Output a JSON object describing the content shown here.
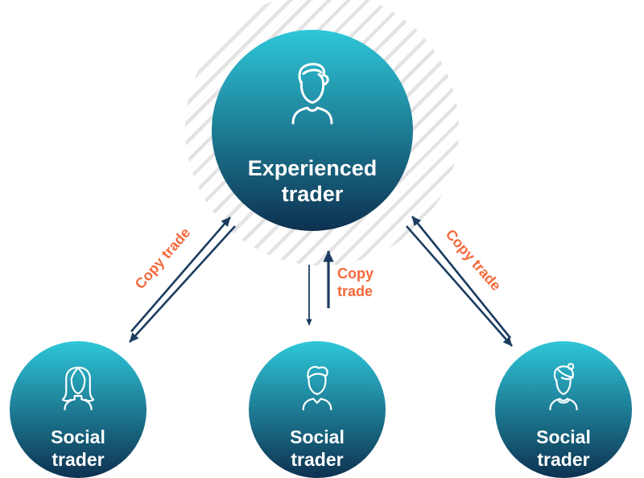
{
  "colors": {
    "background": "#FFFFFF",
    "circle_grad_top": "#2EC7D9",
    "circle_grad_bottom": "#0D3150",
    "arrow": "#1B3C60",
    "edge_label": "#F4693C",
    "hatch_stripe": "#E3E3E3",
    "node_text": "#FFFFFF"
  },
  "diagram": {
    "root": {
      "label": "Experienced trader",
      "icon": "male-avatar-icon"
    },
    "children": [
      {
        "label": "Social trader",
        "icon": "female-long-hair-avatar-icon"
      },
      {
        "label": "Social trader",
        "icon": "male-quiff-avatar-icon"
      },
      {
        "label": "Social trader",
        "icon": "female-bun-avatar-icon"
      }
    ],
    "edges": [
      {
        "label": "Copy trade",
        "direction": "bidirectional"
      },
      {
        "label": "Copy trade",
        "direction": "bidirectional"
      },
      {
        "label": "Copy trade",
        "direction": "bidirectional"
      }
    ]
  }
}
